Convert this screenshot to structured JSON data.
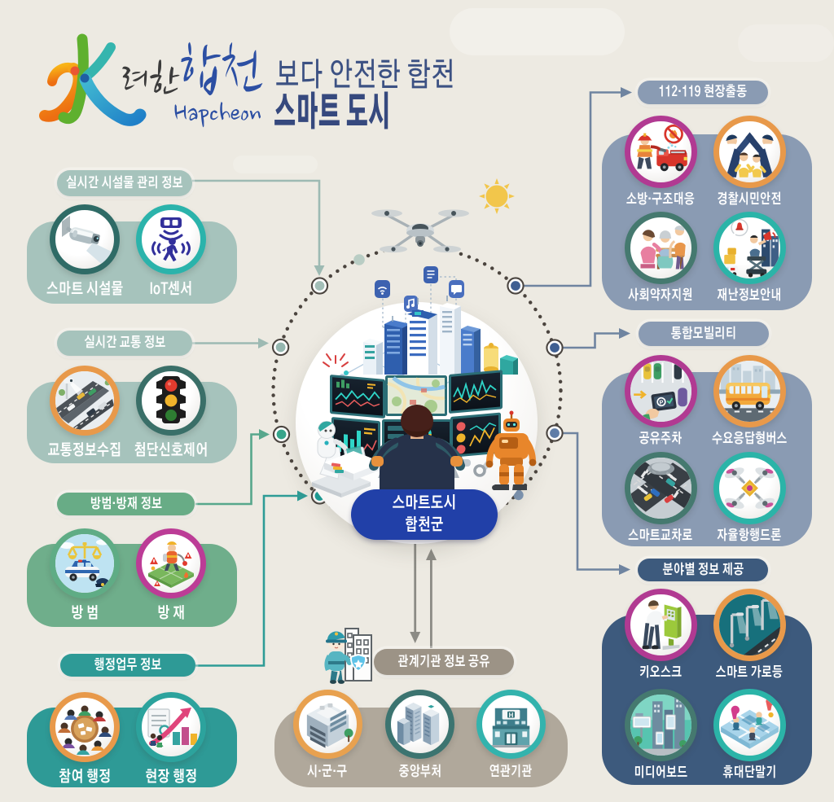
{
  "header": {
    "title_line1": "보다 안전한 합천",
    "title_line2": "스마트 도시",
    "title_color": "#36497E"
  },
  "logo": {
    "calligraphy_black": "려한",
    "calligraphy_blue": "합천",
    "romanized": "Hapcheon"
  },
  "hub": {
    "line1": "스마트도시",
    "line2": "합천군",
    "bg": "#2140A8"
  },
  "groups": [
    {
      "id": "facility-info",
      "label": "실시간 시설물 관리 정보",
      "accent": "#A6C3BC",
      "pill": "#A6C3BC",
      "items": [
        {
          "label": "스마트 시설물",
          "icon": "cctv-camera-icon",
          "ring": "#2F6B66"
        },
        {
          "label": "IoT센서",
          "icon": "iot-sensor-icon",
          "ring": "#2BB3AB"
        }
      ]
    },
    {
      "id": "traffic-info",
      "label": "실시간 교통 정보",
      "accent": "#A6C3BC",
      "pill": "#A6C3BC",
      "items": [
        {
          "label": "교통정보수집",
          "icon": "traffic-collection-icon",
          "ring": "#E8994A"
        },
        {
          "label": "첨단신호제어",
          "icon": "traffic-light-icon",
          "ring": "#3A6F68"
        }
      ]
    },
    {
      "id": "safety-info",
      "label": "방범·방재 정보",
      "accent": "#6FAE8B",
      "pill": "#68AC86",
      "items": [
        {
          "label": "방 범",
          "icon": "crime-prevention-icon",
          "ring": "#5FAC85"
        },
        {
          "label": "방 재",
          "icon": "disaster-prevention-icon",
          "ring": "#BC3C96"
        }
      ]
    },
    {
      "id": "admin-info",
      "label": "행정업무 정보",
      "accent": "#2E9A96",
      "pill": "#2E9A96",
      "items": [
        {
          "label": "참여 행정",
          "icon": "participation-icon",
          "ring": "#E8994A"
        },
        {
          "label": "현장 행정",
          "icon": "field-admin-icon",
          "ring": "#2CA39D"
        }
      ]
    },
    {
      "id": "dispatch-112-119",
      "label": "112·119 현장출동",
      "accent": "#8A9BB3",
      "pill": "#8A9BB3",
      "items": [
        {
          "label": "소방·구조대응",
          "icon": "fire-rescue-icon",
          "ring": "#B13A92"
        },
        {
          "label": "경찰시민안전",
          "icon": "police-citizen-icon",
          "ring": "#E8994A"
        },
        {
          "label": "사회약자지원",
          "icon": "social-support-icon",
          "ring": "#45796F"
        },
        {
          "label": "재난정보안내",
          "icon": "disaster-alert-icon",
          "ring": "#2BB4A8"
        }
      ]
    },
    {
      "id": "mobility",
      "label": "통합모빌리티",
      "accent": "#8A9BB3",
      "pill": "#8A9BB3",
      "items": [
        {
          "label": "공유주차",
          "icon": "shared-parking-icon",
          "ring": "#B13A92"
        },
        {
          "label": "수요응답형버스",
          "icon": "demand-bus-icon",
          "ring": "#E8994A"
        },
        {
          "label": "스마트교차로",
          "icon": "smart-intersection-icon",
          "ring": "#45796F"
        },
        {
          "label": "자율항행드론",
          "icon": "autonomous-drone-icon",
          "ring": "#2BB4A8"
        }
      ]
    },
    {
      "id": "sector-info",
      "label": "분야별 정보 제공",
      "accent": "#3D5A7D",
      "pill": "#3D5A7D",
      "items": [
        {
          "label": "키오스크",
          "icon": "kiosk-icon",
          "ring": "#B13A92"
        },
        {
          "label": "스마트 가로등",
          "icon": "streetlight-icon",
          "ring": "#E8994A"
        },
        {
          "label": "미디어보드",
          "icon": "media-board-icon",
          "ring": "#45796F"
        },
        {
          "label": "휴대단말기",
          "icon": "mobile-terminal-icon",
          "ring": "#2BB4A8"
        }
      ]
    },
    {
      "id": "agency-sharing",
      "label": "관계기관 정보 공유",
      "accent": "#B0A89B",
      "pill": "#9C9386",
      "items": [
        {
          "label": "시·군·구",
          "icon": "city-hall-icon",
          "ring": "#E8A14F"
        },
        {
          "label": "중앙부처",
          "icon": "ministry-icon",
          "ring": "#3C7470"
        },
        {
          "label": "연관기관",
          "icon": "related-agency-icon",
          "ring": "#33B3AD"
        }
      ]
    }
  ]
}
